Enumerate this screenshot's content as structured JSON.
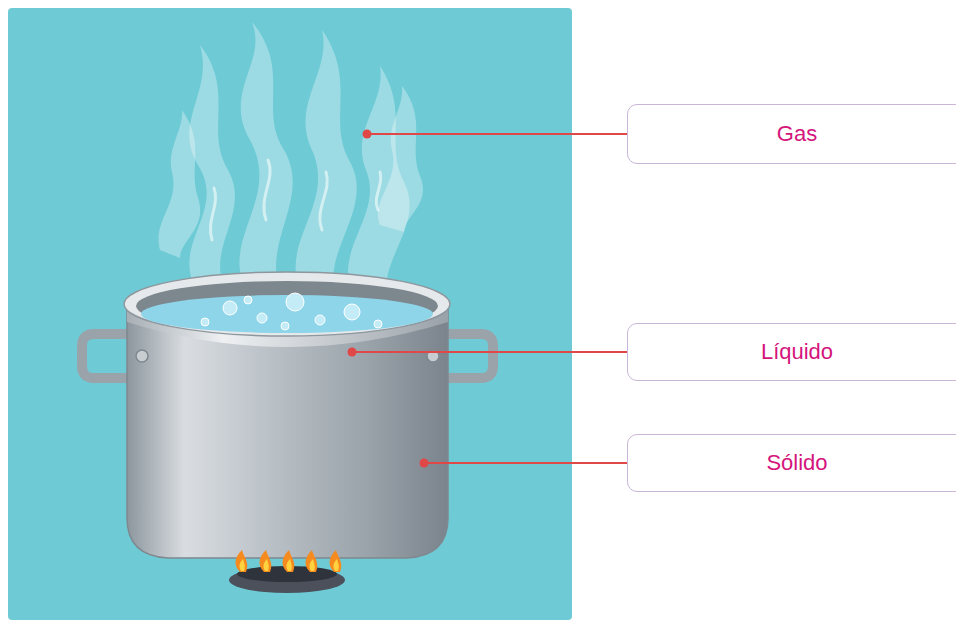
{
  "diagram": {
    "nodes": [
      {
        "text": [
          "Gas"
        ]
      },
      {
        "text": [
          "Líquido"
        ]
      },
      {
        "text": [
          "Sólido"
        ]
      }
    ]
  }
}
